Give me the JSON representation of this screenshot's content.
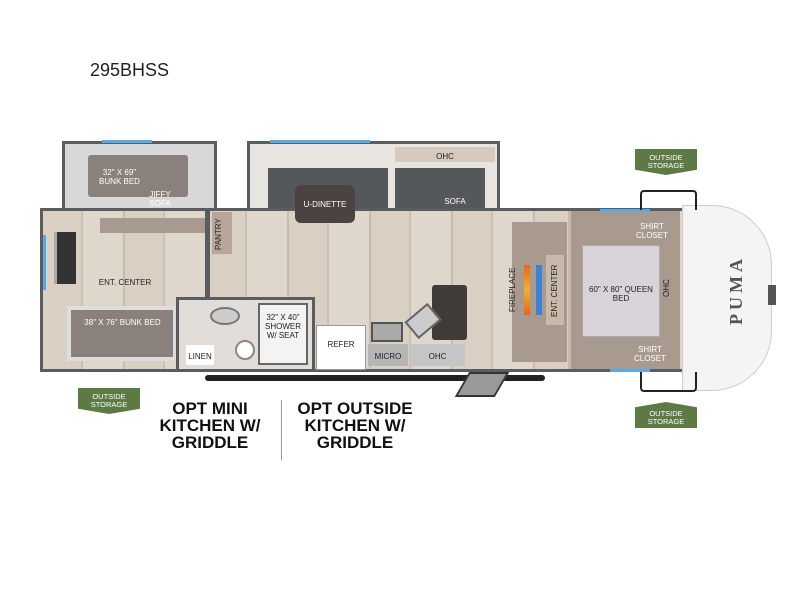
{
  "title": "295BHSS",
  "labels": {
    "bunk_top": "32\" X 69\" BUNK BED",
    "jiffy_sofa": "JIFFY SOFA",
    "ent_center_left": "ENT. CENTER",
    "bunk_bottom": "38\" X 76\" BUNK BED",
    "pantry": "PANTRY",
    "u_dinette": "U-DINETTE",
    "ohc_top": "OHC",
    "sofa": "SOFA",
    "linen": "LINEN",
    "shower": "32\" X 40\" SHOWER W/ SEAT",
    "refer": "REFER",
    "micro": "MICRO",
    "ohc_kitchen": "OHC",
    "fireplace": "FIREPLACE",
    "ent_center_right": "ENT. CENTER",
    "queen_bed": "60\" X 80\" QUEEN BED",
    "shirt_closet_top": "SHIRT CLOSET",
    "shirt_closet_bottom": "SHIRT CLOSET",
    "ohc_bedroom": "OHC",
    "brand": "PUMA"
  },
  "storage": [
    "OUTSIDE STORAGE",
    "OUTSIDE STORAGE",
    "OUTSIDE STORAGE"
  ],
  "options": [
    "OPT MINI KITCHEN W/ GRIDDLE",
    "OPT OUTSIDE KITCHEN W/ GRIDDLE"
  ],
  "colors": {
    "storage_badge": "#5d7a45",
    "window": "#5aa9e6",
    "fireplace": "#e8641e"
  }
}
